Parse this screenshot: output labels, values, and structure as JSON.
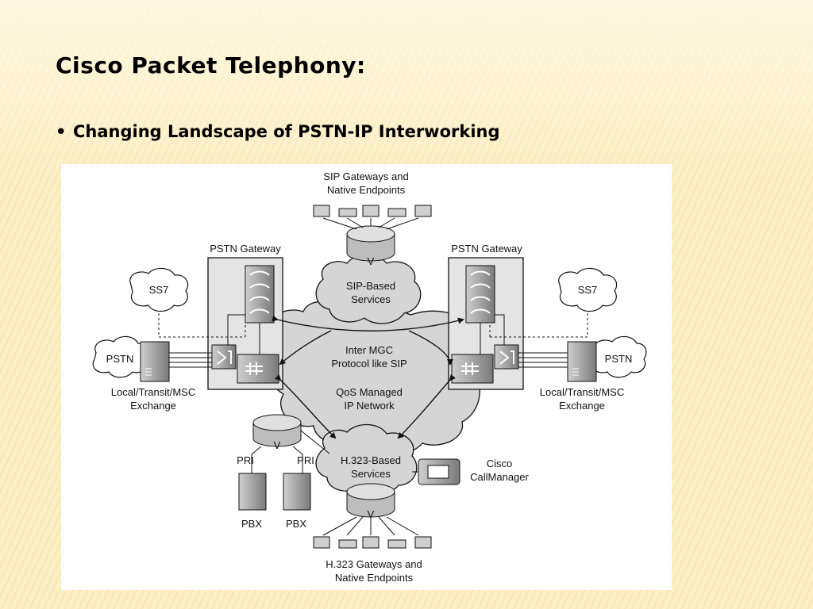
{
  "slide": {
    "title": "Cisco Packet Telephony:",
    "bullet": "Changing Landscape of PSTN-IP Interworking"
  },
  "diagram": {
    "sip_top_label": [
      "SIP Gateways and",
      "Native Endpoints"
    ],
    "pstn_gateway_left": "PSTN Gateway",
    "pstn_gateway_right": "PSTN Gateway",
    "ss7_left": "SS7",
    "ss7_right": "SS7",
    "pstn_left": "PSTN",
    "pstn_right": "PSTN",
    "exchange_left": [
      "Local/Transit/MSC",
      "Exchange"
    ],
    "exchange_right": [
      "Local/Transit/MSC",
      "Exchange"
    ],
    "sip_services": [
      "SIP-Based",
      "Services"
    ],
    "inter_mgc": [
      "Inter MGC",
      "Protocol like SIP"
    ],
    "qos_network": [
      "QoS Managed",
      "IP Network"
    ],
    "h323_services": [
      "H.323-Based",
      "Services"
    ],
    "callmanager": [
      "Cisco",
      "CallManager"
    ],
    "pri_left": "PRI",
    "pri_right": "PRI",
    "pbx_left": "PBX",
    "pbx_right": "PBX",
    "router_v": "V",
    "h323_bottom_label": [
      "H.323 Gateways and",
      "Native Endpoints"
    ]
  }
}
